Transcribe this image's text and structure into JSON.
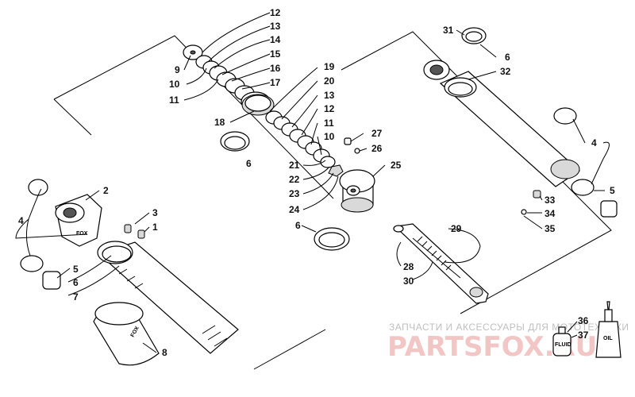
{
  "callouts": [
    {
      "id": "c12a",
      "text": "12"
    },
    {
      "id": "c13a",
      "text": "13"
    },
    {
      "id": "c14",
      "text": "14"
    },
    {
      "id": "c15",
      "text": "15"
    },
    {
      "id": "c16",
      "text": "16"
    },
    {
      "id": "c17",
      "text": "17"
    },
    {
      "id": "c9",
      "text": "9"
    },
    {
      "id": "c10a",
      "text": "10"
    },
    {
      "id": "c11a",
      "text": "11"
    },
    {
      "id": "c18",
      "text": "18"
    },
    {
      "id": "c6a",
      "text": "6"
    },
    {
      "id": "c19",
      "text": "19"
    },
    {
      "id": "c20",
      "text": "20"
    },
    {
      "id": "c13b",
      "text": "13"
    },
    {
      "id": "c12b",
      "text": "12"
    },
    {
      "id": "c11b",
      "text": "11"
    },
    {
      "id": "c10b",
      "text": "10"
    },
    {
      "id": "c27",
      "text": "27"
    },
    {
      "id": "c26",
      "text": "26"
    },
    {
      "id": "c25",
      "text": "25"
    },
    {
      "id": "c21",
      "text": "21"
    },
    {
      "id": "c22",
      "text": "22"
    },
    {
      "id": "c23",
      "text": "23"
    },
    {
      "id": "c24",
      "text": "24"
    },
    {
      "id": "c6b",
      "text": "6"
    },
    {
      "id": "c31",
      "text": "31"
    },
    {
      "id": "c6c",
      "text": "6"
    },
    {
      "id": "c32",
      "text": "32"
    },
    {
      "id": "c4a",
      "text": "4"
    },
    {
      "id": "c5a",
      "text": "5"
    },
    {
      "id": "c33",
      "text": "33"
    },
    {
      "id": "c34",
      "text": "34"
    },
    {
      "id": "c35",
      "text": "35"
    },
    {
      "id": "c29",
      "text": "29"
    },
    {
      "id": "c28",
      "text": "28"
    },
    {
      "id": "c30",
      "text": "30"
    },
    {
      "id": "c2",
      "text": "2"
    },
    {
      "id": "c3",
      "text": "3"
    },
    {
      "id": "c1",
      "text": "1"
    },
    {
      "id": "c4b",
      "text": "4"
    },
    {
      "id": "c5b",
      "text": "5"
    },
    {
      "id": "c6d",
      "text": "6"
    },
    {
      "id": "c7",
      "text": "7"
    },
    {
      "id": "c8",
      "text": "8"
    },
    {
      "id": "c36",
      "text": "36"
    },
    {
      "id": "c37",
      "text": "37"
    }
  ],
  "part_marks": {
    "fox_logo": "FOX",
    "fluid_label": "FLUID",
    "oil_label": "OIL"
  },
  "watermark": {
    "subtitle": "ЗАПЧАСТИ И АКСЕССУАРЫ ДЛЯ МОТОТЕХНИКИ",
    "brand": "PARTSFOX.RU"
  }
}
